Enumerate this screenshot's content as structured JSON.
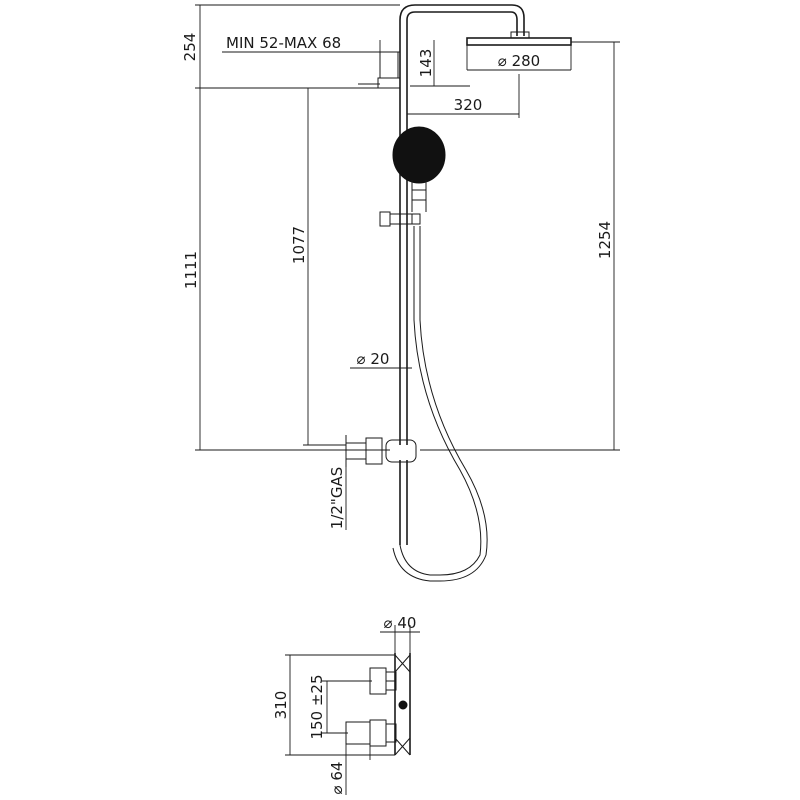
{
  "labels": {
    "min_max": "MIN 52-MAX 68",
    "dim_254": "254",
    "dim_143": "143",
    "dim_d280": "⌀ 280",
    "dim_320": "320",
    "dim_1077": "1077",
    "dim_1111": "1111",
    "dim_1254": "1254",
    "dim_d20": "⌀ 20",
    "thread": "1/2\"GAS",
    "dim_d40": "⌀ 40",
    "dim_310": "310",
    "dim_150": "150 ±25",
    "dim_d64": "⌀ 64"
  },
  "colors": {
    "line": "#1a1a1a",
    "fill": "#111111",
    "background": "#ffffff"
  }
}
